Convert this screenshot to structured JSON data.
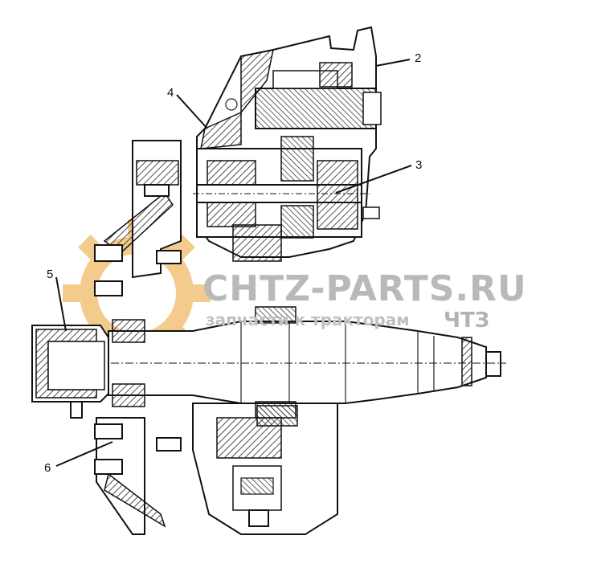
{
  "callouts": [
    {
      "id": "2",
      "label": "2"
    },
    {
      "id": "3",
      "label": "3"
    },
    {
      "id": "4",
      "label": "4"
    },
    {
      "id": "5",
      "label": "5"
    },
    {
      "id": "6",
      "label": "6"
    }
  ],
  "watermark": {
    "site": "CHTZ-PARTS.RU",
    "tagline": "запчасти к тракторам",
    "brand": "ЧТЗ"
  },
  "colors": {
    "gear_logo": "#f2c27a",
    "hatch": "#222222",
    "watermark_text": "#b9b9b9"
  }
}
